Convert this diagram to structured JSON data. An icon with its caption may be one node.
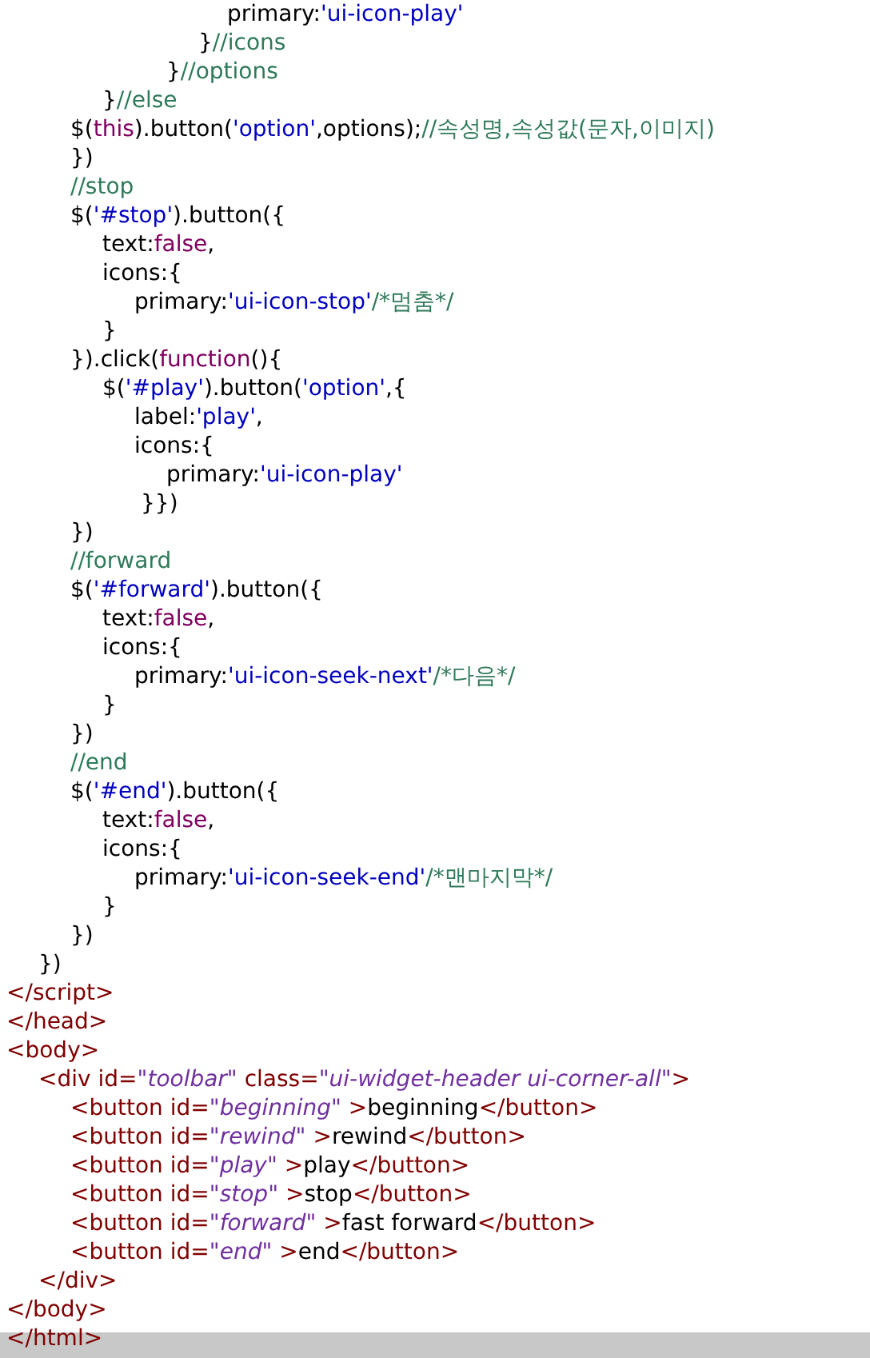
{
  "diagram": {
    "labels": [
      "primary:'ui-icon-play'",
      "}//icons",
      "}//options",
      "}//else",
      "$(this).button('option',options);//속성명,속성값(문자,이미지)",
      "})",
      "//stop",
      "$('#stop').button({",
      "text:false,",
      "icons:{",
      "primary:'ui-icon-stop'/*멈춤*/",
      "}",
      "}).click(function(){",
      "$('#play').button('option',{",
      "label:'play',",
      "icons:{",
      "primary:'ui-icon-play'",
      "}})",
      "})",
      "//forward",
      "$('#forward').button({",
      "text:false,",
      "icons:{",
      "primary:'ui-icon-seek-next'/*다음*/",
      "}",
      "})",
      "//end",
      "$('#end').button({",
      "text:false,",
      "icons:{",
      "primary:'ui-icon-seek-end'/*맨마지막*/",
      "}",
      "})",
      "})",
      "</script>",
      "</head>",
      "<body>",
      "<div id=\"toolbar\" class=\"ui-widget-header ui-corner-all\">",
      "<button id=\"beginning\" >beginning</button>",
      "<button id=\"rewind\" >rewind</button>",
      "<button id=\"play\" >play</button>",
      "<button id=\"stop\" >stop</button>",
      "<button id=\"forward\" >fast forward</button>",
      "<button id=\"end\" >end</button>",
      "</div>",
      "</body>",
      "</html>"
    ]
  }
}
